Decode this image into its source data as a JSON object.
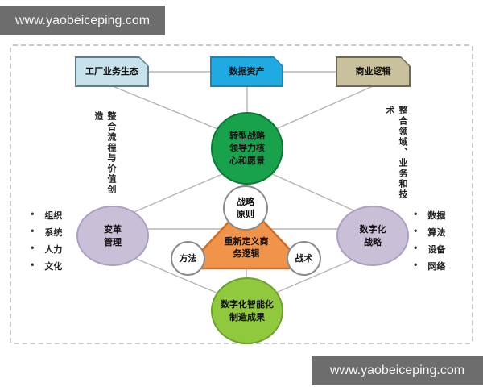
{
  "watermarks": {
    "top": "www.yaobeiceping.com",
    "bottom": "www.yaobeiceping.com"
  },
  "diagram": {
    "top_row": [
      {
        "label": "工厂业务生态",
        "fill": "#c7e2ea",
        "border": "#5f7d8a"
      },
      {
        "label": "数据资产",
        "fill": "#1fabe2",
        "border": "#1b85b8"
      },
      {
        "label": "商业逻辑",
        "fill": "#c9c09c",
        "border": "#6e6a4f"
      }
    ],
    "center_circle": {
      "label": "转型战略\n领导力核\n心和愿景",
      "fill": "#17a24b"
    },
    "principle_circle": {
      "label": "战略\n原则",
      "fill": "#ffffff"
    },
    "triangle": {
      "label": "重新定义商\n务逻辑",
      "fill": "#f0944b",
      "border": "#ce6e28"
    },
    "method_circle": {
      "label": "方法",
      "fill": "#ffffff"
    },
    "tactic_circle": {
      "label": "战术",
      "fill": "#ffffff"
    },
    "change_circle": {
      "label": "变革\n管理",
      "fill": "#c9c0d8"
    },
    "digital_circle": {
      "label": "数字化\n战略",
      "fill": "#c9c0d8"
    },
    "outcome_circle": {
      "label": "数字化智能化\n制造成果",
      "fill": "#90c83e"
    },
    "left_vertical_label": "整合流程与价值创造",
    "right_vertical_label": "整合领域、业务和技术",
    "left_bullets": [
      "组织",
      "系统",
      "人力",
      "文化"
    ],
    "right_bullets": [
      "数据",
      "算法",
      "设备",
      "网络"
    ],
    "colors": {
      "watermark_bg": "#6d6d6d",
      "connector_line": "#b5b5b5",
      "frame_dash": "#c9c9c9"
    }
  }
}
